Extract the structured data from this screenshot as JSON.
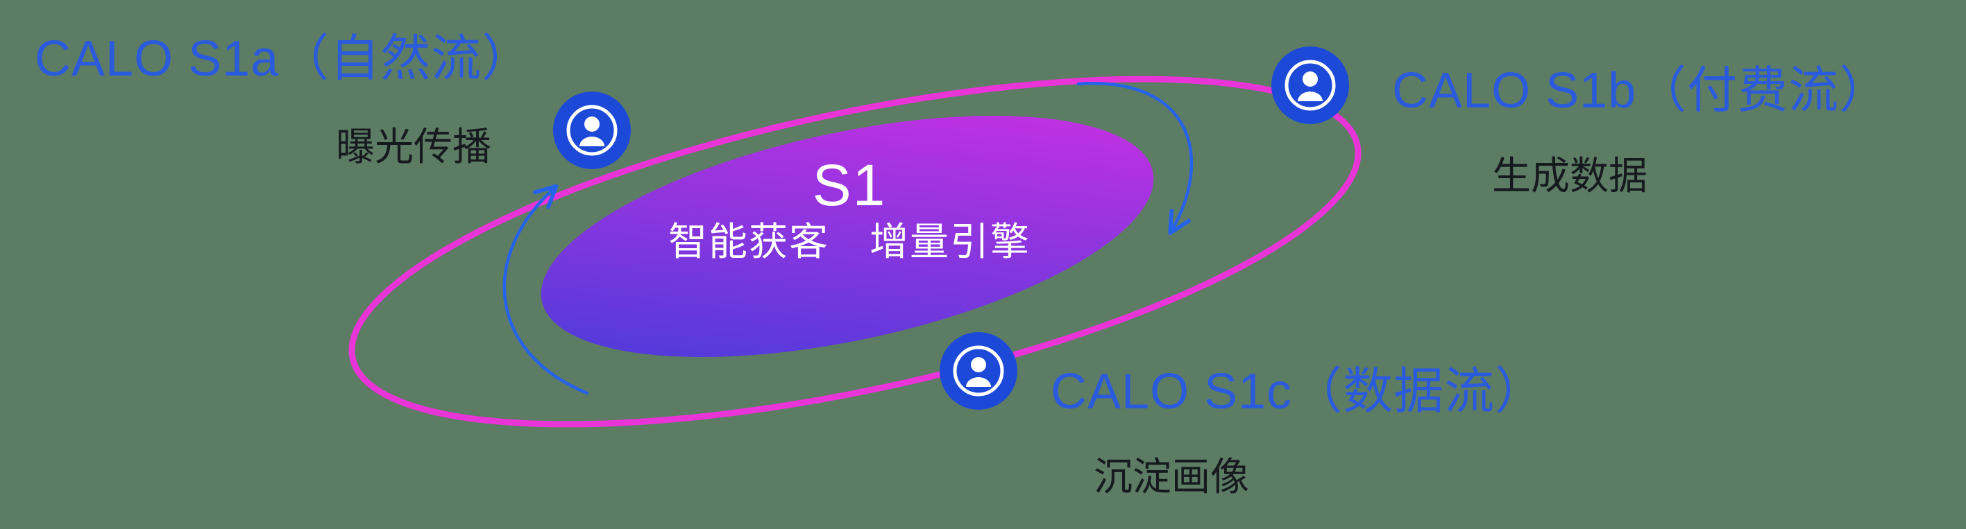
{
  "core": {
    "title": "S1",
    "subtitle": "智能获客　增量引擎"
  },
  "nodes": {
    "s1a": {
      "label": "CALO S1a（自然流）",
      "sublabel": "曝光传播"
    },
    "s1b": {
      "label": "CALO S1b（付费流）",
      "sublabel": "生成数据"
    },
    "s1c": {
      "label": "CALO S1c（数据流）",
      "sublabel": "沉淀画像"
    }
  },
  "icons": {
    "node_marker": "user-icon"
  },
  "colors": {
    "background": "#5d7c64",
    "label_blue": "#2a5bdc",
    "sublabel_dark": "#161a1f",
    "orbit_magenta": "#e935d8",
    "core_gradient_start": "#3f3cd9",
    "core_gradient_end": "#d42fe4",
    "icon_blue": "#1c49d8",
    "arrow_blue": "#2563eb"
  }
}
